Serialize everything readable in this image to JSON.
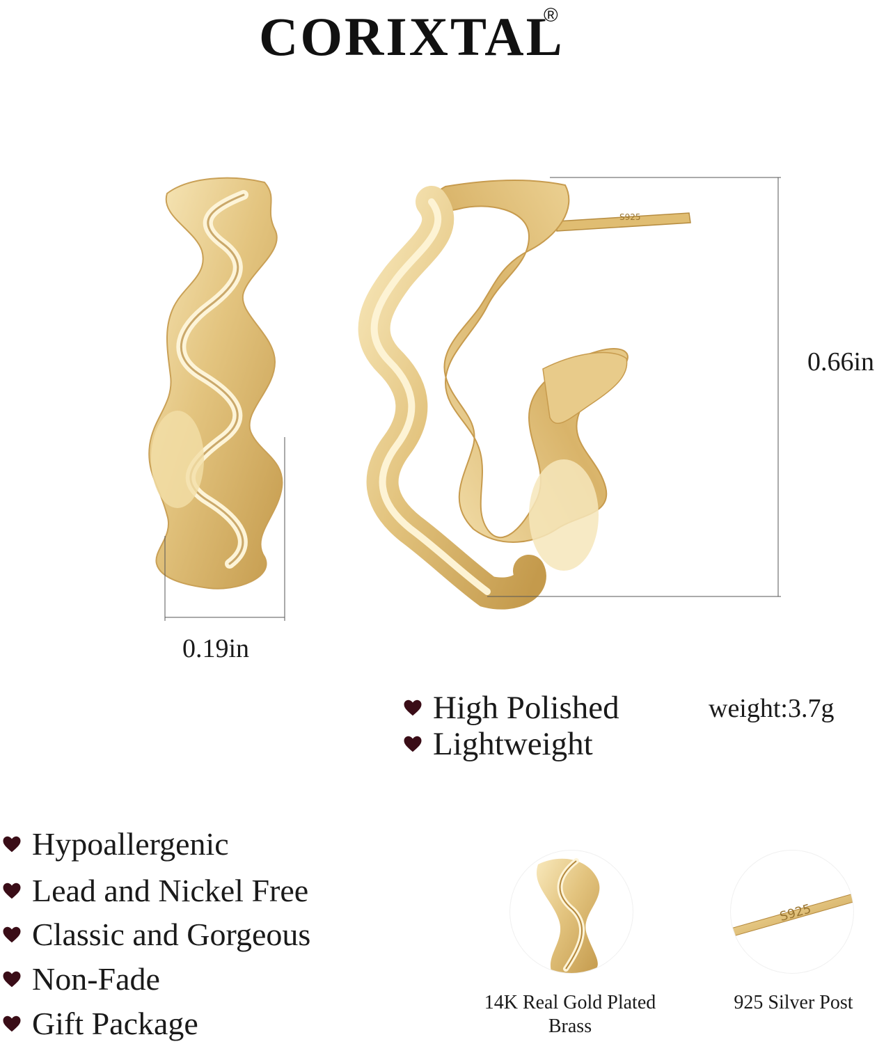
{
  "brand": {
    "name": "CORIXTAL",
    "registered_mark": "®"
  },
  "dimensions": {
    "width": "0.19in",
    "height": "0.66in"
  },
  "post_stamp": "S925",
  "features_top": [
    "High Polished",
    "Lightweight"
  ],
  "weight": "weight:3.7g",
  "features_bottom": [
    "Hypoallergenic",
    "Lead and Nickel Free",
    "Classic and Gorgeous",
    "Non-Fade",
    "Gift Package"
  ],
  "details": [
    {
      "caption_line1": "14K Real Gold Plated",
      "caption_line2": "Brass"
    },
    {
      "caption": "925 Silver Post",
      "stamp": "S925"
    }
  ],
  "colors": {
    "gold": "#e3c47f",
    "gold_light": "#f6e5b5",
    "gold_dark": "#b48a3e",
    "heart": "#3a0d17"
  }
}
